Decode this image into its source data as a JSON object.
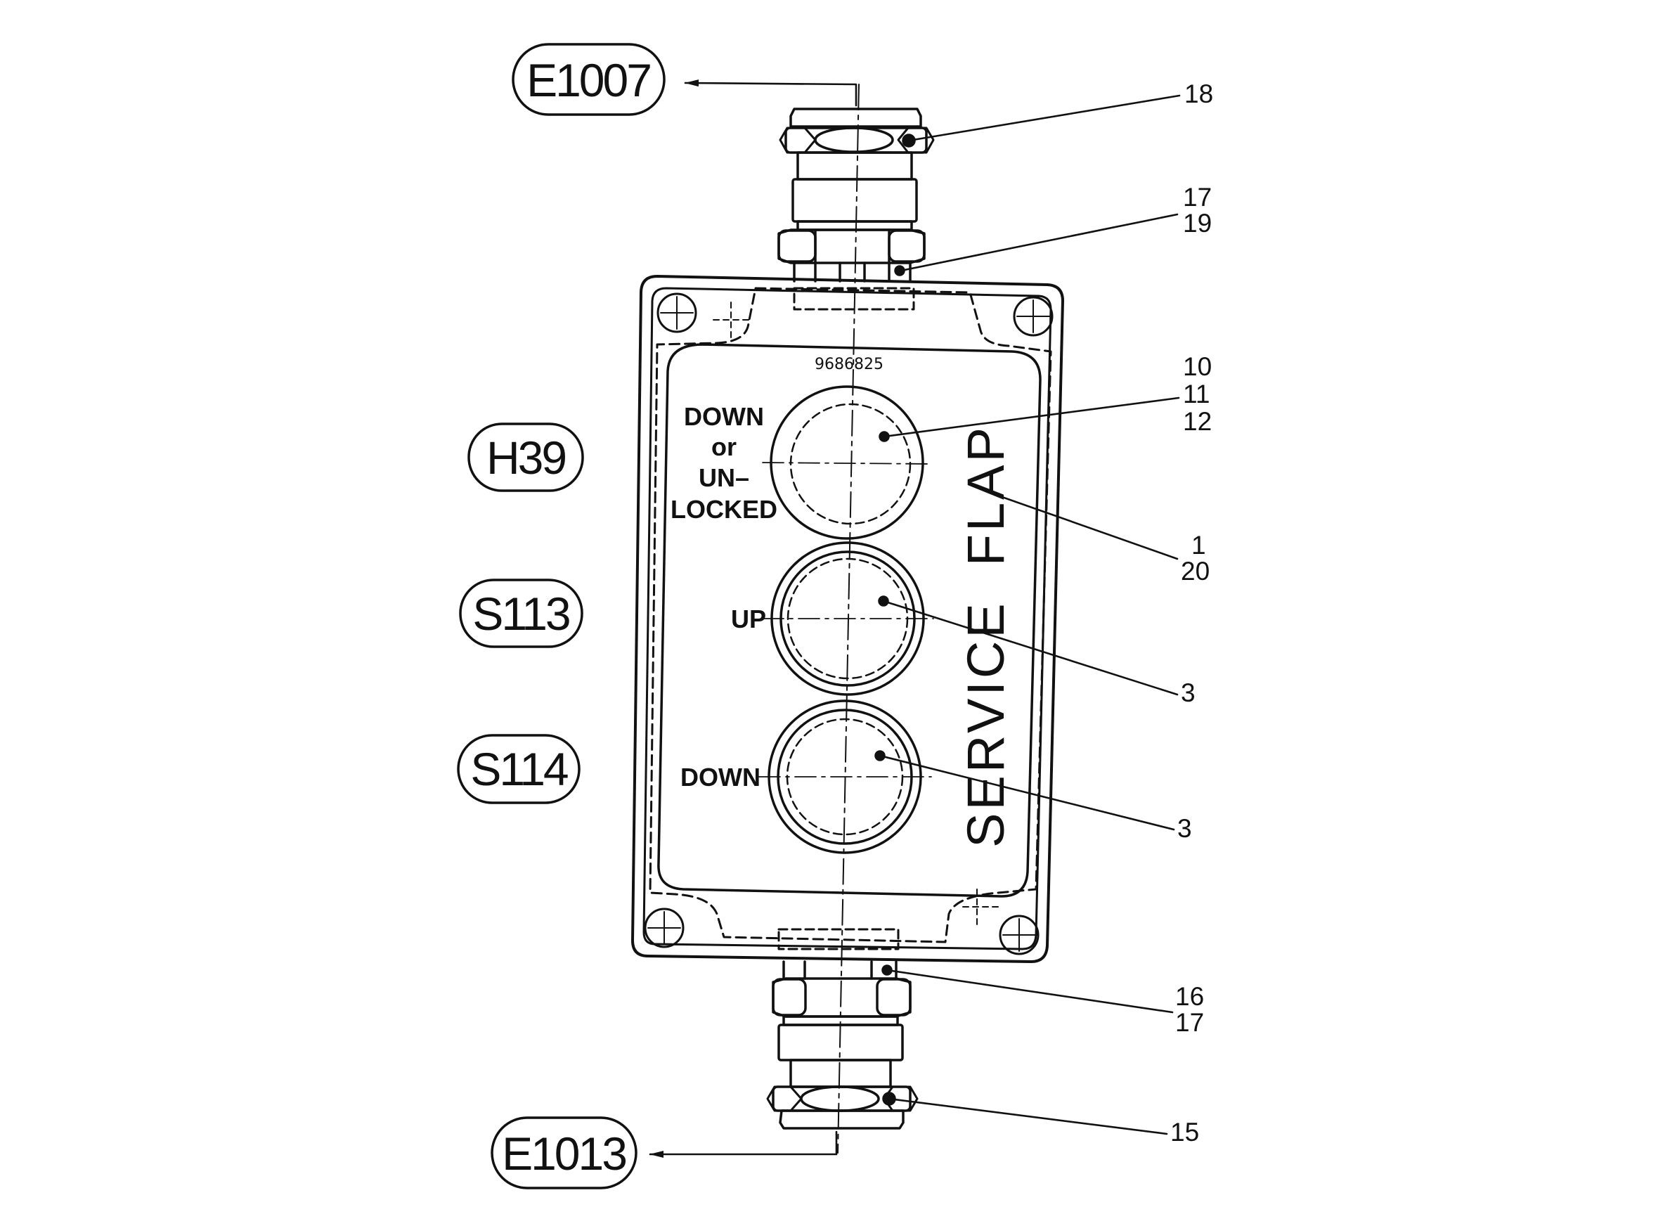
{
  "colors": {
    "ink": "#111111",
    "paper": "#ffffff"
  },
  "tags": {
    "e1007": "E1007",
    "h39": "H39",
    "s113": "S113",
    "s114": "S114",
    "e1013": "E1013"
  },
  "callouts": {
    "c18": "18",
    "c17_top": "17",
    "c19": "19",
    "c10": "10",
    "c11": "11",
    "c12": "12",
    "c1": "1",
    "c20": "20",
    "c3_up": "3",
    "c3_down": "3",
    "c16": "16",
    "c17_bottom": "17",
    "c15": "15"
  },
  "panel": {
    "part_number": "9686825",
    "lamp_label": [
      "DOWN",
      "or",
      "UN–",
      "LOCKED"
    ],
    "up_label": "UP",
    "down_label": "DOWN",
    "vertical_text": "SERVICE  FLAP"
  }
}
